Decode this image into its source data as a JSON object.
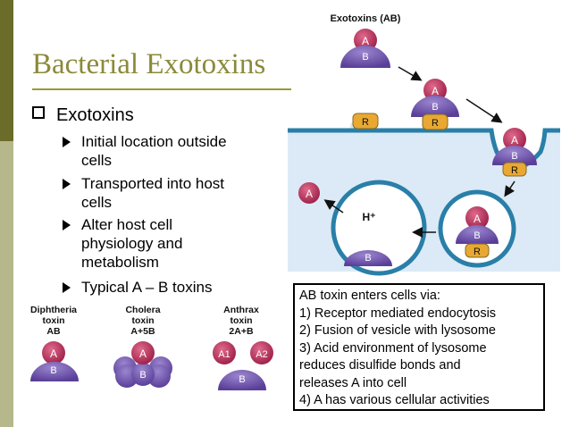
{
  "slide": {
    "title": "Bacterial Exotoxins",
    "bullet": "Exotoxins",
    "sub_bullets": [
      "Initial location outside\ncells",
      "Transported into host\ncells",
      "Alter host cell\nphysiology and\nmetabolism",
      "Typical A – B toxins"
    ]
  },
  "diagram": {
    "heading": "Exotoxins (AB)",
    "labels": {
      "A": "A",
      "B": "B",
      "R": "R",
      "A1": "A1",
      "A2": "A2",
      "proton": "H⁺"
    }
  },
  "toxins": [
    {
      "name": "Diphtheria\ntoxin\nAB"
    },
    {
      "name": "Cholera\ntoxin\nA+5B"
    },
    {
      "name": "Anthrax\ntoxin\n2A+B"
    }
  ],
  "info_box": {
    "lines": [
      "AB toxin enters cells via:",
      "1) Receptor mediated endocytosis",
      "2) Fusion of vesicle with lysosome",
      "3) Acid environment of lysosome",
      "reduces disulfide bonds and",
      "releases A into cell",
      "4) A has various cellular activities"
    ]
  },
  "colors": {
    "sidebar_dark": "#6b6b2a",
    "sidebar_light": "#b6b78a",
    "title": "#8a8a3a",
    "toxin_A": "#b02a55",
    "toxin_B": "#6a4fa6",
    "receptor": "#e8a832",
    "cell_interior": "#dbeaf6",
    "membrane": "#2a7fa8"
  }
}
